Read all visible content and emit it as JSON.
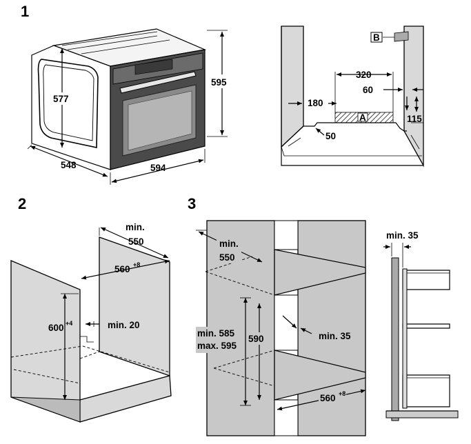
{
  "steps": {
    "step1": "1",
    "step2": "2",
    "step3": "3"
  },
  "figure1": {
    "dim_height": "595",
    "dim_inner_height": "577",
    "dim_depth": "548",
    "dim_width": "594",
    "dim_320": "320",
    "dim_60": "60",
    "dim_180": "180",
    "dim_115": "115",
    "dim_50": "50",
    "label_a": "A",
    "label_b": "B"
  },
  "figure2": {
    "min_label": "min.",
    "min_550": "550",
    "dim_560": "560",
    "sup_560": "+8",
    "dim_600": "600",
    "sup_600": "+4",
    "min_20": "min. 20"
  },
  "figure3": {
    "min_label": "min.",
    "min_550": "550",
    "min_585": "min. 585",
    "max_595": "max. 595",
    "dim_590": "590",
    "min_35_inner": "min. 35",
    "dim_560": "560",
    "sup_560": "+8",
    "min_35_side": "min. 35"
  },
  "colors": {
    "panel": "#d9d9d9",
    "panel_dark": "#c8c8c8",
    "ink": "#000000"
  }
}
